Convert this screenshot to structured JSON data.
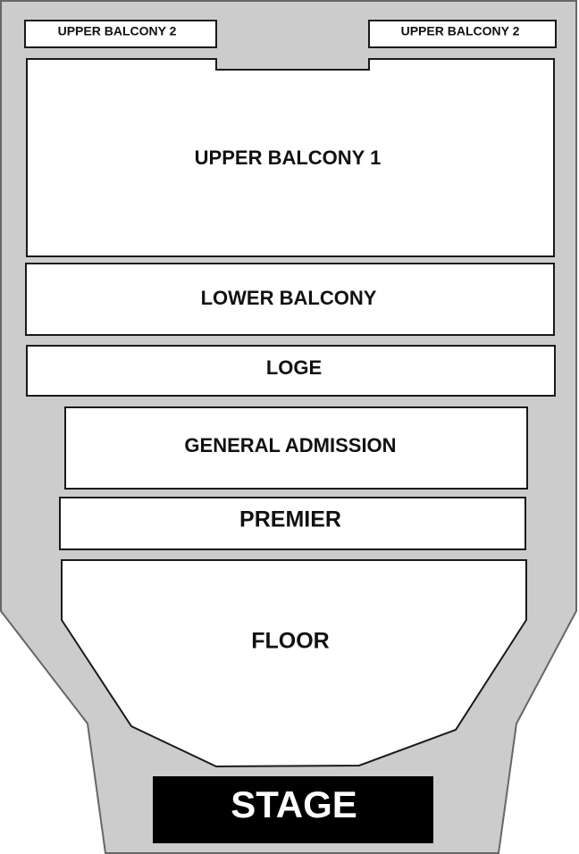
{
  "venue_map": {
    "colors": {
      "venue_background": "#cccccc",
      "venue_outline": "#666666",
      "section_fill": "#ffffff",
      "section_outline": "#1a1a1a",
      "label_text": "#111111",
      "stage_fill": "#000000",
      "stage_text": "#ffffff"
    },
    "sections": {
      "upper_balcony_2_left": "UPPER BALCONY 2",
      "upper_balcony_2_right": "UPPER BALCONY 2",
      "upper_balcony_1": "UPPER BALCONY 1",
      "lower_balcony": "LOWER BALCONY",
      "loge": "LOGE",
      "general_admission": "GENERAL ADMISSION",
      "premier": "PREMIER",
      "floor": "FLOOR"
    },
    "stage": "STAGE"
  }
}
